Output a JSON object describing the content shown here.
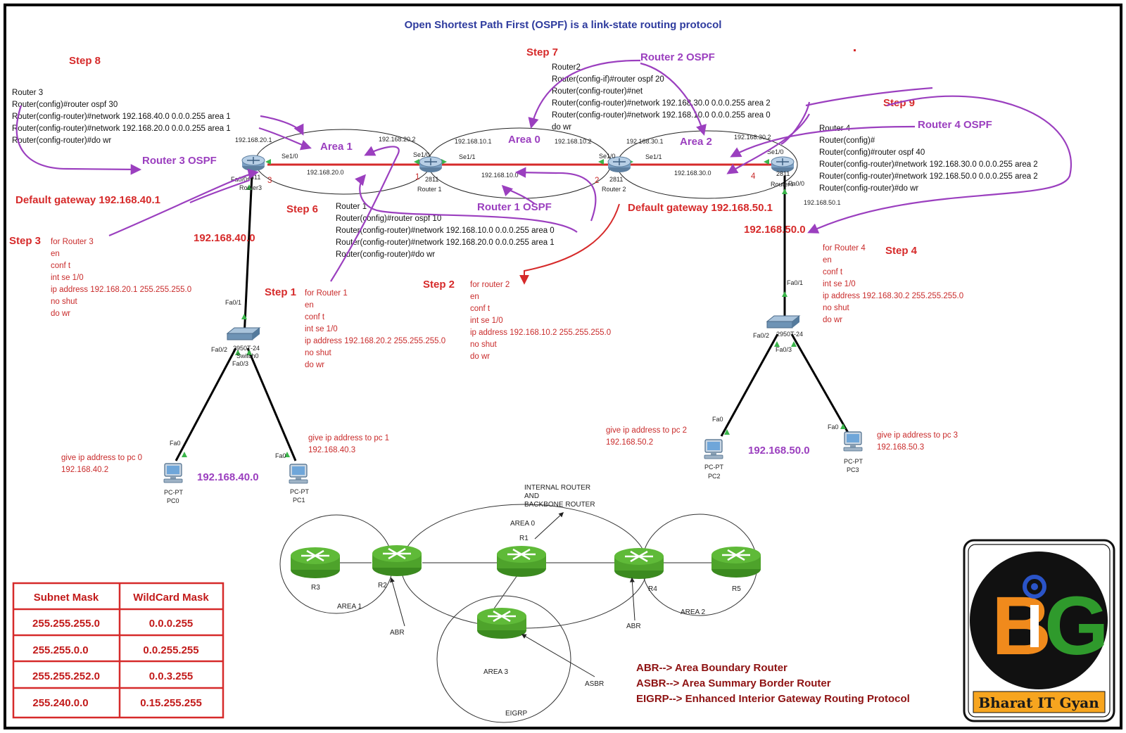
{
  "title": "Open Shortest Path First (OSPF) is a link-state routing protocol",
  "steps": {
    "s1": "Step 1",
    "s2": "Step 2",
    "s3": "Step 3",
    "s4": "Step 4",
    "s6": "Step 6",
    "s7": "Step 7",
    "s8": "Step 8",
    "s9": "Step 9"
  },
  "callouts": {
    "r1_ospf": "Router 1 OSPF",
    "r2_ospf": "Router 2 OSPF",
    "r3_ospf": "Router 3 OSPF",
    "r4_ospf": "Router 4 OSPF",
    "area0": "Area 0",
    "area1": "Area 1",
    "area2": "Area 2",
    "gw40": "Default gateway 192.168.40.1",
    "gw50": "Default gateway 192.168.50.1",
    "net40a": "192.168.40.0",
    "net40b": "192.168.40.0",
    "net50a": "192.168.50.0",
    "net50b": "192.168.50.0"
  },
  "router3_config": [
    "Router 3",
    "Router(config)#router ospf 30",
    "Router(config-router)#network 192.168.40.0 0.0.0.255 area 1",
    "Router(config-router)#network 192.168.20.0 0.0.0.255 area 1",
    "Router(config-router)#do wr"
  ],
  "router2_config": [
    "Router2",
    "Router(config-if)#router ospf 20",
    "Router(config-router)#net",
    "Router(config-router)#network 192.168.30.0 0.0.0.255 area 2",
    "Router(config-router)#network 192.168.10.0 0.0.0.255 area 0",
    "do wr"
  ],
  "router4_config": [
    "Router 4",
    "Router(config)#",
    "Router(config)#router ospf 40",
    "Router(config-router)#network 192.168.30.0 0.0.0.255 area 2",
    "Router(config-router)#network 192.168.50.0 0.0.0.255 area 2",
    "Router(config-router)#do wr"
  ],
  "router1_config": [
    "Router 1",
    "Router(config)#router ospf 10",
    "Router(config-router)#network 192.168.10.0 0.0.0.255 area 0",
    "Router(config-router)#network 192.168.20.0 0.0.0.255 area 1",
    "Router(config-router)#do wr"
  ],
  "step3_config": [
    "for Router 3",
    "en",
    "conf t",
    "int se 1/0",
    "ip address 192.168.20.1  255.255.255.0",
    "no shut",
    "do wr"
  ],
  "step1_config": [
    "for Router 1",
    "en",
    "conf t",
    "int se 1/0",
    "ip address 192.168.20.2 255.255.255.0",
    "no shut",
    "do wr"
  ],
  "step2_config": [
    "for router 2",
    "en",
    "conf t",
    "int se 1/0",
    "ip address 192.168.10.2 255.255.255.0",
    " no shut",
    " do wr"
  ],
  "step4_config": [
    "for Router 4",
    "en",
    "conf t",
    "int se 1/0",
    "ip address 192.168.30.2 255.255.255.0",
    "no shut",
    "do wr"
  ],
  "pc_notes": {
    "pc0": [
      "give ip address to pc 0",
      "192.168.40.2"
    ],
    "pc1": [
      "give ip address to pc 1",
      "192.168.40.3"
    ],
    "pc2": [
      "give ip address to pc 2",
      "192.168.50.2"
    ],
    "pc3": [
      "give ip address to pc 3",
      "192.168.50.3"
    ]
  },
  "topology_labels": {
    "r3_ip": "192.168.20.1",
    "r1_ip_left": "192.168.20.2",
    "r1_ip_right": "192.168.10.1",
    "r2_ip_left": "192.168.10.2",
    "r2_ip_right": "192.168.30.1",
    "r4_ip": "192.168.30.2",
    "link20": "192.168.20.0",
    "link10": "192.168.10.0",
    "link30": "192.168.30.0",
    "r4_lan_ip": "192.168.50.1",
    "se10_r3": "Se1/0",
    "se10_r1": "Se1/0",
    "se11_r1": "Se1/1",
    "se10_r2": "Se1/0",
    "se11_r2": "Se1/1",
    "se10_r4": "Se1/0",
    "r1_model": "2811",
    "r1_name": "Router 1",
    "r2_model": "2811",
    "r2_name": "Router 2",
    "r3_model": "2811",
    "r3_name": "Router3",
    "r4_model": "2811",
    "r4_name": "Router4",
    "fa00_r3": "Fa0/0",
    "fa00_r4": "Fa0/0",
    "sw_left_fa01": "Fa0/1",
    "sw_left_fa02": "Fa0/2",
    "sw_left_fa03": "Fa0/3",
    "sw_left_model": "2950T-24",
    "sw_left_name": "Switch0",
    "sw_right_fa01": "Fa0/1",
    "sw_right_fa02": "Fa0/2",
    "sw_right_fa03": "Fa0/3",
    "sw_right_model": "2950T-24",
    "pc_fa0": "Fa0",
    "pc_type": "PC-PT",
    "pc0": "PC0",
    "pc1": "PC1",
    "pc2": "PC2",
    "pc3": "PC3",
    "n1": "1",
    "n2": "2",
    "n3": "3",
    "n4": "4"
  },
  "area_diagram": {
    "internal": [
      "INTERNAL ROUTER",
      "AND",
      "BACKBONE ROUTER"
    ],
    "area0": "AREA 0",
    "area1": "AREA 1",
    "area2": "AREA 2",
    "area3": "AREA 3",
    "r1": "R1",
    "r2": "R2",
    "r3": "R3",
    "r4": "R4",
    "r5": "R5",
    "abr_left": "ABR",
    "abr_right": "ABR",
    "asbr": "ASBR",
    "eigrp": "EIGRP"
  },
  "legend": [
    "ABR--> Area Boundary Router",
    "ASBR--> Area Summary Border Router",
    "EIGRP--> Enhanced Interior Gateway Routing Protocol"
  ],
  "mask_table": {
    "headers": [
      "Subnet Mask",
      "WildCard Mask"
    ],
    "rows": [
      [
        "255.255.255.0",
        "0.0.0.255"
      ],
      [
        "255.255.0.0",
        "0.0.255.255"
      ],
      [
        "255.255.252.0",
        "0.0.3.255"
      ],
      [
        "255.240.0.0",
        "0.15.255.255"
      ]
    ]
  },
  "logo": {
    "letters": "BiG",
    "name": "Bharat IT Gyan"
  },
  "colors": {
    "step_red": "#d62a2a",
    "ospf_purple": "#9b3fbf",
    "title_blue": "#2e3b9e",
    "router_green": "#4ea32b"
  }
}
